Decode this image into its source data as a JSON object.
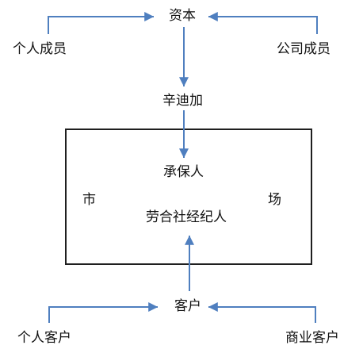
{
  "diagram": {
    "nodes": {
      "capital": "资本",
      "individual_members": "个人成员",
      "corporate_members": "公司成员",
      "syndicate": "辛迪加",
      "underwriters": "承保人",
      "lloyds_brokers": "劳合社经纪人",
      "market_left": "市",
      "market_right": "场",
      "clients": "客户",
      "individual_clients": "个人客户",
      "commercial_clients": "商业客户"
    },
    "colors": {
      "arrow": "#4f7fbf",
      "box_border": "#1f1f1f",
      "text": "#111111"
    }
  }
}
